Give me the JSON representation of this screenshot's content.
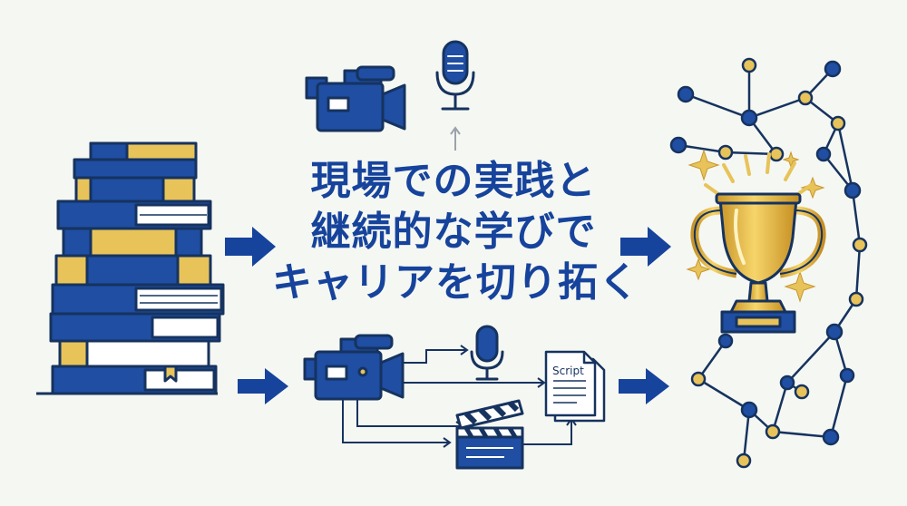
{
  "headline": {
    "line1": "現場での実践と",
    "line2": "継続的な学びで",
    "line3": "キャリアを切り拓く"
  },
  "script_doc": {
    "label": "Script"
  },
  "colors": {
    "navy": "#16335f",
    "blue": "#16439c",
    "gold": "#e7c35a",
    "background": "#f5f7f2"
  },
  "icons": [
    "book-stack-icon",
    "video-camera-icon",
    "microphone-icon",
    "clapperboard-icon",
    "script-document-icon",
    "trophy-icon",
    "sparkle-icon",
    "network-graph-icon"
  ]
}
